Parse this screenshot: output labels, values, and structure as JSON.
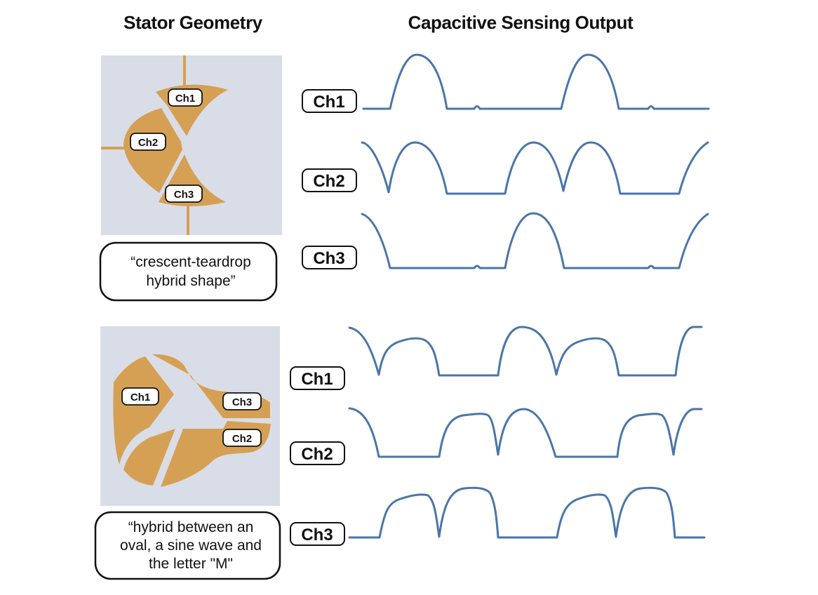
{
  "headings": {
    "left": "Stator Geometry",
    "right": "Capacitive Sensing Output"
  },
  "colors": {
    "stator_fill": "#d6a054",
    "panel_background": "#d9dde8",
    "waveform_stroke": "#4a76a8",
    "label_border": "#111111"
  },
  "designs": [
    {
      "stator_labels": [
        "Ch1",
        "Ch2",
        "Ch3"
      ],
      "quote_lines": [
        "“crescent-teardrop",
        "hybrid shape”"
      ],
      "channels": [
        "Ch1",
        "Ch2",
        "Ch3"
      ]
    },
    {
      "stator_labels": [
        "Ch1",
        "Ch3",
        "Ch2"
      ],
      "quote_lines": [
        "“hybrid between an",
        "oval, a sine wave and",
        "the letter \"M\""
      ],
      "channels": [
        "Ch1",
        "Ch2",
        "Ch3"
      ]
    }
  ]
}
